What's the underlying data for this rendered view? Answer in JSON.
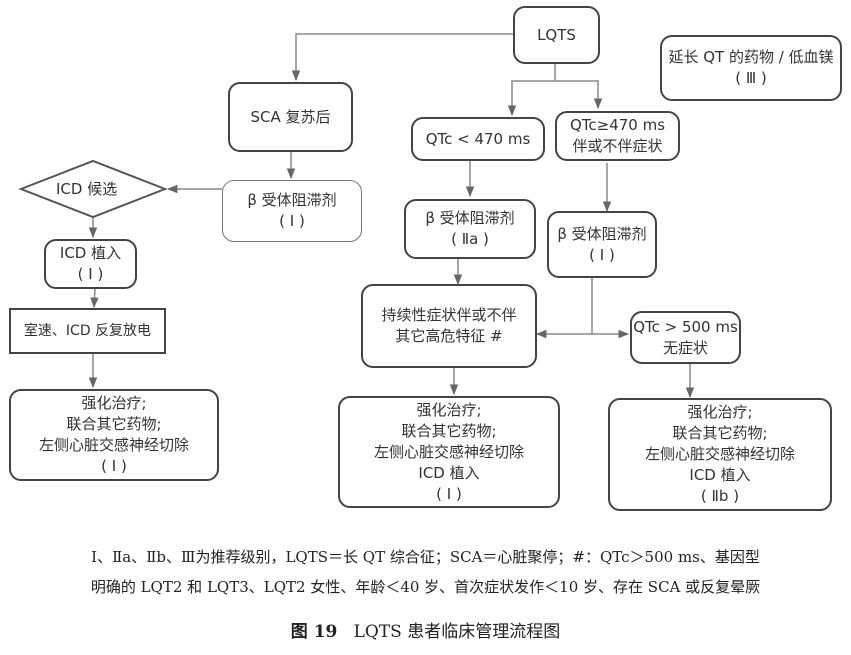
{
  "nodes": {
    "lqts": {
      "lines": [
        "LQTS"
      ]
    },
    "drugs": {
      "lines": [
        "延长 QT 的药物 / 低血镁",
        "( Ⅲ )"
      ]
    },
    "sca": {
      "lines": [
        "SCA 复苏后"
      ]
    },
    "qtc_lt_470": {
      "lines": [
        "QTc < 470 ms"
      ]
    },
    "qtc_ge_470": {
      "lines": [
        "QTc≥470 ms",
        "伴或不伴症状"
      ]
    },
    "icd_candidate": {
      "lines": [
        "ICD 候选"
      ]
    },
    "beta_blocker_sca": {
      "lines": [
        "β 受体阻滞剂",
        "( Ⅰ )"
      ]
    },
    "beta_blocker_lt": {
      "lines": [
        "β 受体阻滞剂",
        "( Ⅱa )"
      ]
    },
    "beta_blocker_ge": {
      "lines": [
        "β 受体阻滞剂",
        "( Ⅰ )"
      ]
    },
    "icd_implant": {
      "lines": [
        "ICD 植入",
        "( Ⅰ )"
      ]
    },
    "vt_shocks": {
      "lines": [
        "室速、ICD 反复放电"
      ]
    },
    "persistent": {
      "lines": [
        "持续性症状伴或不伴",
        "其它高危特征 #"
      ]
    },
    "qtc_gt_500": {
      "lines": [
        "QTc > 500 ms",
        "无症状"
      ]
    },
    "intensify_left": {
      "lines": [
        "强化治疗;",
        "联合其它药物;",
        "左侧心脏交感神经切除",
        "( Ⅰ )"
      ]
    },
    "intensify_mid": {
      "lines": [
        "强化治疗;",
        "联合其它药物;",
        "左侧心脏交感神经切除",
        "ICD 植入",
        "( Ⅰ )"
      ]
    },
    "intensify_right": {
      "lines": [
        "强化治疗;",
        "联合其它药物;",
        "左侧心脏交感神经切除",
        "ICD 植入",
        "( Ⅱb )"
      ]
    }
  },
  "notes": {
    "line1": "Ⅰ、Ⅱa、Ⅱb、Ⅲ为推荐级别，LQTS＝长 QT 综合征；SCA＝心脏聚停；#：QTc＞500 ms、基因型",
    "line2": "明确的 LQT2 和 LQT3、LQT2 女性、年龄＜40 岁、首次症状发作＜10 岁、存在 SCA 或反复晕厥"
  },
  "caption": {
    "figure_label": "图 19",
    "title": "LQTS 患者临床管理流程图"
  }
}
